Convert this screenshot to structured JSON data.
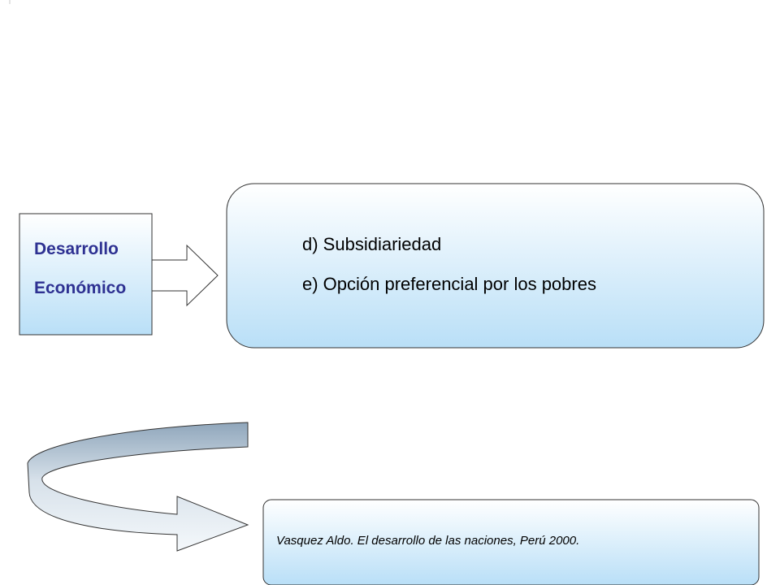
{
  "concept_box": {
    "line1": "Desarrollo",
    "line2": "Económico"
  },
  "principles": [
    "d) Subsidiariedad",
    "e) Opción preferencial por los pobres"
  ],
  "citation": "Vasquez Aldo.  El desarrollo de las naciones,  Perú 2000.",
  "colors": {
    "label_text": "#2e3192",
    "box_gradient_top": "#ffffff",
    "box_gradient_bottom": "#b9dff7",
    "curved_arrow_top": "#8fa6bb"
  }
}
